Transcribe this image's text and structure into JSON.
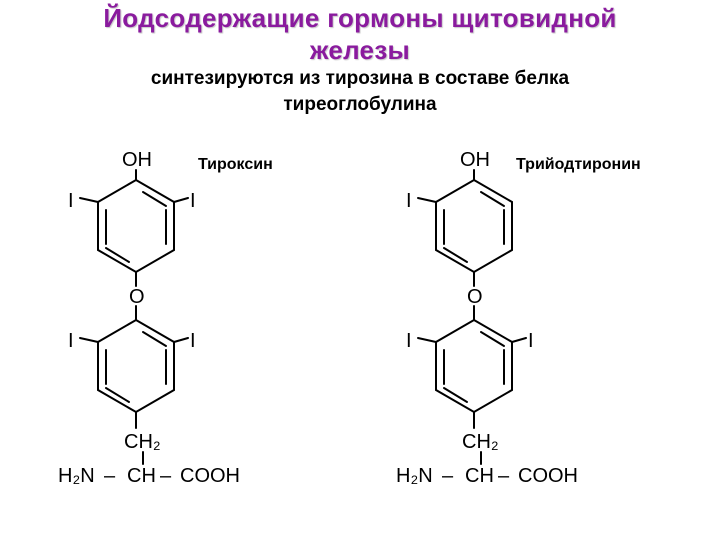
{
  "title": {
    "line1": "Йодсодержащие гормоны щитовидной",
    "line2": "железы"
  },
  "subtitle": {
    "line1": "синтезируются из тирозина в составе белка",
    "line2": "тиреоглобулина"
  },
  "molecules": [
    {
      "name": "Тироксин",
      "hydroxyl": "OH",
      "ether_oxygen": "O",
      "iodine": "I",
      "ch2": "CH₂",
      "amine": "H₂N",
      "alpha": "CH",
      "carboxyl": "COOH",
      "dash": "–"
    },
    {
      "name": "Трийодтиронин",
      "hydroxyl": "OH",
      "ether_oxygen": "O",
      "iodine": "I",
      "ch2": "CH₂",
      "amine": "H₂N",
      "alpha": "CH",
      "carboxyl": "COOH",
      "dash": "–"
    }
  ]
}
